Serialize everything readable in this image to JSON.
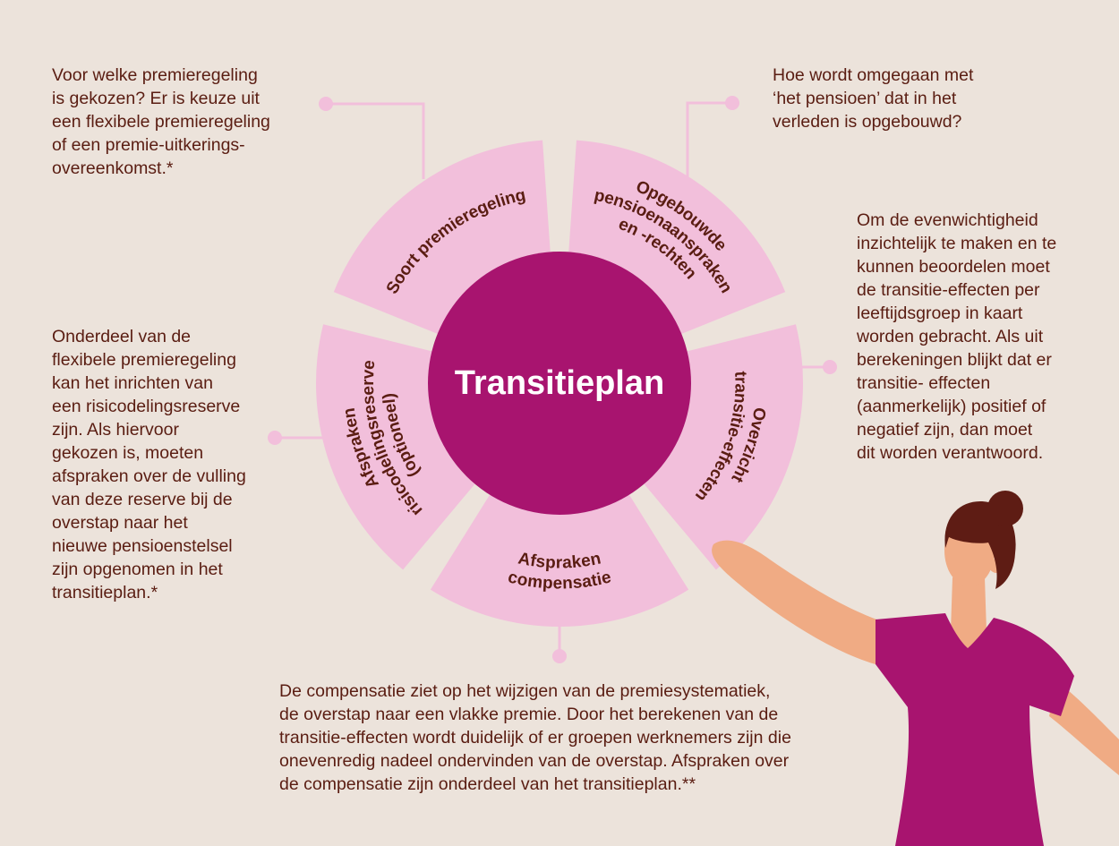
{
  "center": {
    "title": "Transitieplan"
  },
  "segments": [
    {
      "id": "soort",
      "lines": [
        "Soort premieregeling"
      ]
    },
    {
      "id": "opgebouwde",
      "lines": [
        "Opgebouwde",
        "pensioenaanspraken",
        "en -rechten"
      ]
    },
    {
      "id": "overzicht",
      "lines": [
        "Overzicht",
        "transitie-effecten"
      ]
    },
    {
      "id": "compensatie",
      "lines": [
        "Afspraken",
        "compensatie"
      ]
    },
    {
      "id": "risicodeling",
      "lines": [
        "Afspraken",
        "risicodelingsreserve",
        "(optioneel)"
      ]
    }
  ],
  "descriptions": {
    "top_left": "Voor welke premieregeling\nis gekozen? Er is keuze uit\neen flexibele premieregeling\nof een premie-uitkerings-\novereenkomst.*",
    "top_right": "Hoe wordt omgegaan met\n‘het pensioen’ dat in het\nverleden is opgebouwd?",
    "right": "Om de evenwichtigheid\ninzichtelijk te maken en te\nkunnen beoordelen moet\nde transitie-effecten per\nleeftijdsgroep in kaart\nworden gebracht. Als uit\nberekeningen blijkt dat er\ntransitie- effecten\n(aanmerkelijk) positief of\nnegatief zijn, dan moet\ndit worden verantwoord.",
    "left": "Onderdeel van de\nflexibele premieregeling\nkan het inrichten van\neen risicodelingsreserve\nzijn. Als hiervoor\ngekozen is, moeten\nafspraken over de vulling\nvan deze reserve bij de\noverstap naar het\nnieuwe pensioenstelsel\nzijn opgenomen in het\ntransitieplan.*",
    "bottom": "De compensatie ziet op het wijzigen van de premiesystematiek,\nde overstap naar een vlakke premie. Door het berekenen van de\ntransitie-effecten wordt duidelijk of er groepen werknemers zijn die\nonevenredig nadeel ondervinden van de overstap. Afspraken over\nde compensatie zijn onderdeel van het transitieplan.**"
  },
  "colors": {
    "background": "#ece3db",
    "segment": "#f2bfdb",
    "center": "#a8146f",
    "text": "#5a1d12",
    "connector": "#f2bfdb",
    "skin": "#f0ab84",
    "hair": "#5e1c14",
    "dress": "#a8146f"
  }
}
